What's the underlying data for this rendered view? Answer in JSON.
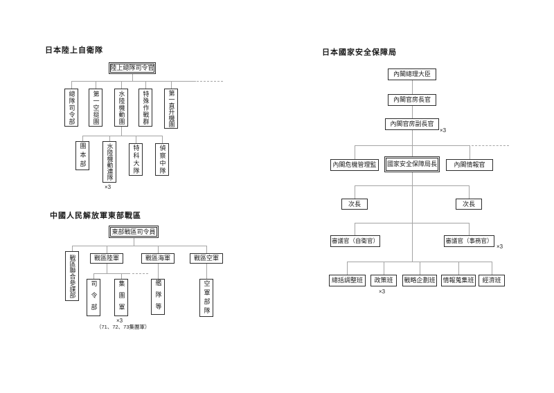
{
  "style": {
    "background": "#ffffff",
    "box_border_color": "#2a2a2a",
    "connector_color": "#a3a3a3",
    "text_color": "#1a1a1a"
  },
  "chart1": {
    "title": "日本陸上自衛隊",
    "commander": "陸上總隊司令官",
    "units": {
      "hq": "總隊司令部",
      "airborne": "第一空挺團",
      "amphib": "水陸機動團",
      "sof": "特殊作戰群",
      "helicopter": "第一直升機團"
    },
    "amphib_sub": {
      "hq": "團本部",
      "regiment": "水陸機動連隊",
      "regiment_note": "×3",
      "artillery": "特科大隊",
      "recon": "偵察中隊"
    }
  },
  "chart2": {
    "title": "中國人民解放軍東部戰區",
    "commander": "東部戰區司令員",
    "units": {
      "joint_staff": "戰區聯合參謀部",
      "army": "戰區陸軍",
      "navy": "戰區海軍",
      "airforce": "戰區空軍"
    },
    "army_sub": {
      "hq": "司令部",
      "group_army": "集團軍",
      "group_army_note": "×3",
      "group_army_detail": "（71、72、73集團軍）"
    },
    "navy_sub": {
      "fleet": "艦隊等"
    },
    "airforce_sub": {
      "units": "空軍部隊"
    }
  },
  "chart3": {
    "title": "日本國家安全保障局",
    "pm": "內閣總理大臣",
    "ccs": "內閣官房長官",
    "dccs": "內閣官房副長官",
    "dccs_note": "×3",
    "crisis": "內閣危機管理監",
    "nss_chief": "國家安全保障局長",
    "intel": "內閣情報官",
    "deputy_left": "次長",
    "deputy_right": "次長",
    "councillor_sdf": "審議官（自衛官）",
    "councillor_admin": "審議官（事務官）",
    "councillor_admin_note": "×3",
    "teams": {
      "coordination": "總括調整班",
      "policy": "政策班",
      "policy_note": "×3",
      "strategy": "戰略企劃班",
      "intelligence": "情報蒐集班",
      "economy": "經濟班"
    }
  }
}
